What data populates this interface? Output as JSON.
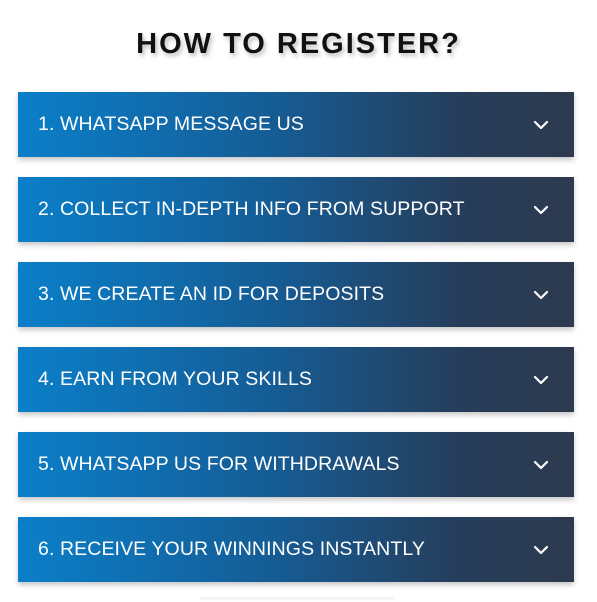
{
  "heading": {
    "title": "HOW TO REGISTER?"
  },
  "accordion": {
    "items": [
      {
        "label": "1. WHATSAPP MESSAGE US",
        "icon": "chevron-down-icon"
      },
      {
        "label": "2. COLLECT IN-DEPTH INFO FROM SUPPORT",
        "icon": "chevron-down-icon"
      },
      {
        "label": "3. WE CREATE AN ID FOR DEPOSITS",
        "icon": "chevron-down-icon"
      },
      {
        "label": "4. EARN FROM YOUR SKILLS",
        "icon": "chevron-down-icon"
      },
      {
        "label": "5. WHATSAPP US FOR WITHDRAWALS",
        "icon": "chevron-down-icon"
      },
      {
        "label": "6. RECEIVE YOUR WINNINGS INSTANTLY",
        "icon": "chevron-down-icon"
      }
    ]
  },
  "colors": {
    "gradient_start": "#0a7fc9",
    "gradient_end": "#2d3a4f",
    "item_text": "#ffffff",
    "title_text": "#111111"
  }
}
